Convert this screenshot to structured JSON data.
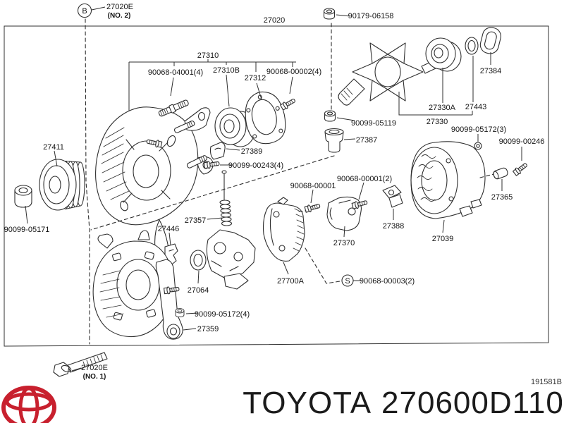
{
  "callouts": {
    "b": "B",
    "s": "S"
  },
  "labels": {
    "bolt_top": "27020E",
    "bolt_top_note": "(NO. 2)",
    "assembly": "27020",
    "nut_90179_06158": "90179-06158",
    "grp_27310": "27310",
    "stud_90068_04001": "90068-04001(4)",
    "bearing_27310b": "27310B",
    "plate_27312": "27312",
    "screw_90068_00002": "90068-00002(4)",
    "collar_27384": "27384",
    "bearing_27330a": "27330A",
    "ring_27443": "27443",
    "rotor_27330": "27330",
    "nut_90099_05119": "90099-05119",
    "insulator_27387": "27387",
    "grommet_90099_05172_3": "90099-05172(3)",
    "screw_90099_00246": "90099-00246",
    "pulley_27411": "27411",
    "cover_27389": "27389",
    "screw_90099_00243": "90099-00243(4)",
    "cap_27365": "27365",
    "nut_90099_05171": "90099-05171",
    "holder_27357": "27357",
    "brush_27446": "27446",
    "ring_27064": "27064",
    "screw_90068_00001": "90068-00001",
    "screw_90068_00001_2": "90068-00001(2)",
    "regulator_27370": "27370",
    "terminal_27388": "27388",
    "rear_cover_27039": "27039",
    "rectifier_27700a": "27700A",
    "screw_90068_00003": "90068-00003(2)",
    "screw_90099_05172_4": "90099-05172(4)",
    "stay_27359": "27359",
    "bolt_bottom": "27020E",
    "bolt_bottom_note": "(NO. 1)"
  },
  "footer": {
    "brand": "TOYOTA",
    "part_number": "270600D110",
    "ref_code": "191581B"
  },
  "colors": {
    "toyota_red": "#c8202e",
    "line_color": "#2f2f2f"
  }
}
